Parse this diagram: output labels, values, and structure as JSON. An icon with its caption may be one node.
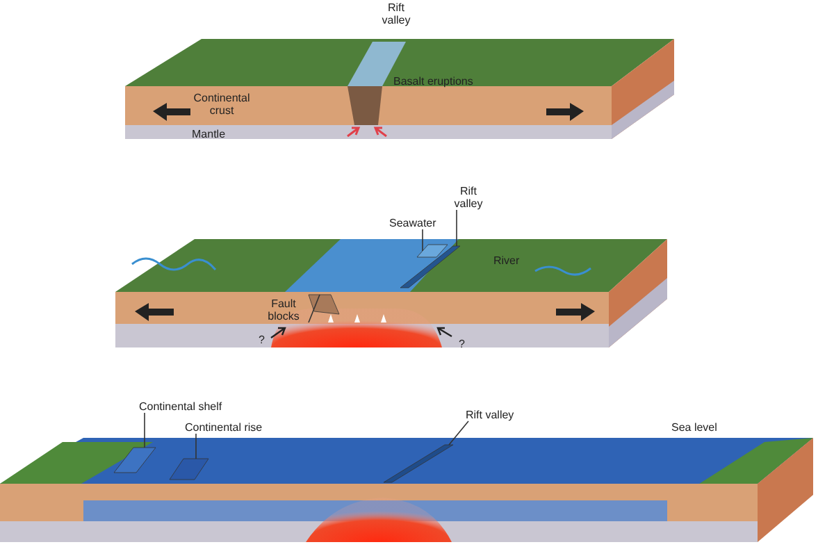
{
  "diagram": {
    "nodes": [
      {
        "text": [
          "Seawater"
        ]
      },
      {
        "text": [
          "Rift valley"
        ]
      },
      {
        "text": [
          "Fault blocks"
        ]
      },
      {
        "text": [
          "Continental shelf"
        ]
      },
      {
        "text": [
          "Continental rise"
        ]
      },
      {
        "text": [
          "Rift valley"
        ]
      },
      {
        "text": [],
        "shape": "picture"
      },
      {
        "text": [],
        "shape": "picture"
      },
      {
        "text": [],
        "shape": "picture"
      },
      {
        "text": [],
        "shape": "picture"
      },
      {
        "text": [],
        "shape": "picture"
      },
      {
        "text": [],
        "shape": "picture"
      }
    ],
    "edges": [
      {
        "from": 0,
        "to": 6,
        "arrow": "none"
      },
      {
        "from": 1,
        "to": 7,
        "arrow": "none"
      },
      {
        "from": 2,
        "to": 8,
        "arrow": "none"
      },
      {
        "from": 3,
        "to": 9,
        "arrow": "none"
      },
      {
        "from": 4,
        "to": 10,
        "arrow": "none"
      },
      {
        "from": 5,
        "to": 11,
        "arrow": "none"
      }
    ],
    "labels": [
      "Rift valley",
      "Basalt eruptions",
      "Continental crust",
      "Mantle",
      "River",
      "?",
      "?",
      "Sea level"
    ]
  }
}
